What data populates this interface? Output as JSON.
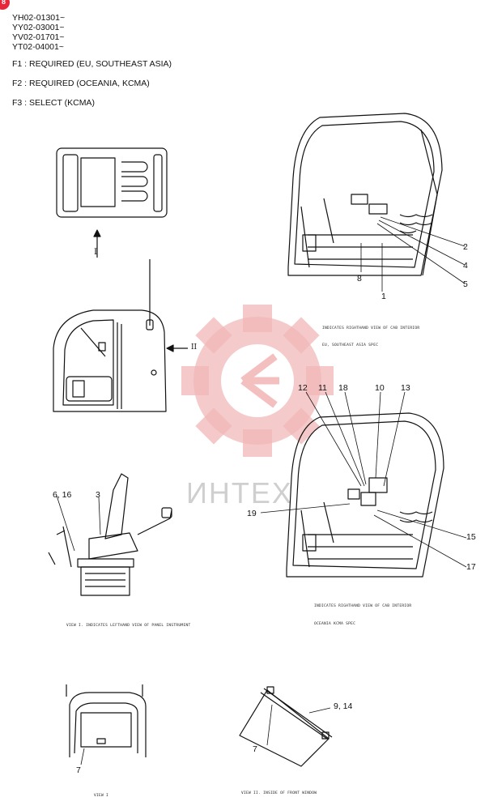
{
  "badge": "8",
  "serials": [
    "YH02-01301~",
    "YY02-03001~",
    "YV02-01701~",
    "YT02-04001~"
  ],
  "notes": [
    {
      "code": "F1",
      "sep": " :  ",
      "text": "REQUIRED (EU, SOUTHEAST ASIA)"
    },
    {
      "code": "F2",
      "sep": " :  ",
      "text": "REQUIRED (OCEANIA, KCMA)"
    },
    {
      "code": "F3",
      "sep": " :  ",
      "text": "SELECT (KCMA)"
    }
  ],
  "view_markers": {
    "top": "I",
    "side": "II"
  },
  "callouts_top_right": {
    "c2": "2",
    "c4": "4",
    "c5": "5",
    "c8": "8",
    "c1": "1"
  },
  "callouts_mid_right": {
    "c12": "12",
    "c11": "11",
    "c18": "18",
    "c10": "10",
    "c13": "13",
    "c19": "19",
    "c15": "15",
    "c17": "17"
  },
  "callouts_mid_left": {
    "c616": "6, 16",
    "c3": "3"
  },
  "callouts_bottom": {
    "c7a": "7",
    "c914": "9, 14",
    "c7b": "7"
  },
  "captions": {
    "cab_right_eu": "INDICATES RIGHTHAND VIEW OF CAB INTERIOR",
    "eu_spec": "EU, SOUTHEAST ASIA SPEC",
    "panel_left": "VIEW I.  INDICATES LEFTHAND VIEW OF PANEL INSTRUMENT",
    "cab_right_oce": "INDICATES RIGHTHAND VIEW OF CAB INTERIOR",
    "oce_spec": "OCEANIA KCMA SPEC",
    "view_i": "VIEW I",
    "view_ii": "VIEW II.  INSIDE OF FRONT WINDOW"
  },
  "watermark": "ИНТЕХ",
  "colors": {
    "ink": "#111111",
    "watermark": "#f2b8b8",
    "badge": "#e8273a"
  }
}
